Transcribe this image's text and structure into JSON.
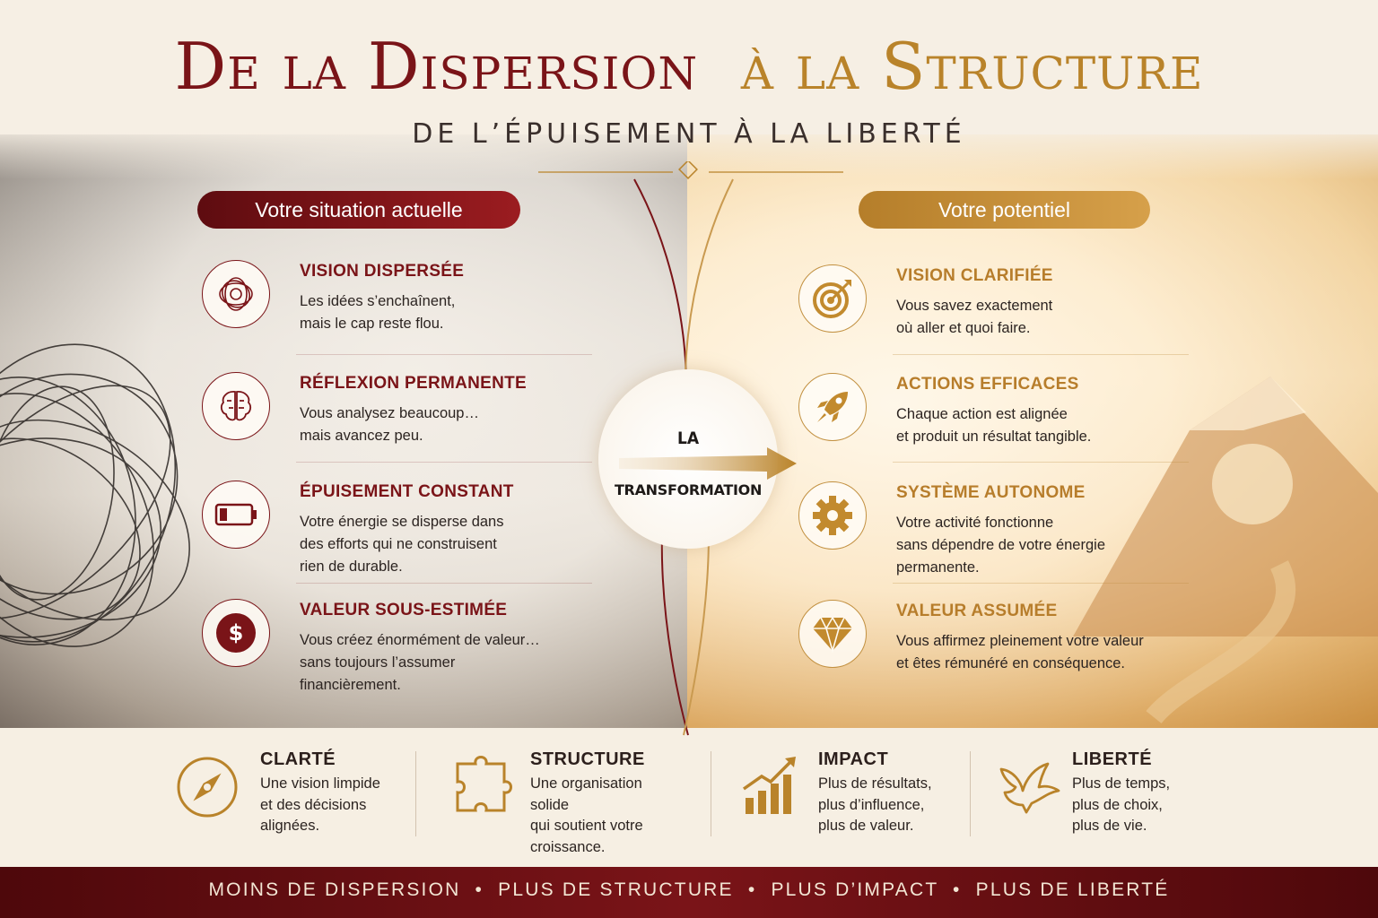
{
  "title": {
    "part1": "De la Dispersion",
    "part2": "à la Structure"
  },
  "subtitle": "DE L’ÉPUISEMENT À LA LIBERTÉ",
  "left": {
    "label": "Votre situation actuelle",
    "items": [
      {
        "icon": "tangled-circle-icon",
        "title": "VISION DISPERSÉE",
        "desc": [
          "Les idées s’enchaînent,",
          "mais le cap reste flou."
        ]
      },
      {
        "icon": "brain-icon",
        "title": "RÉFLEXION PERMANENTE",
        "desc": [
          "Vous analysez beaucoup…",
          "mais avancez peu."
        ]
      },
      {
        "icon": "low-battery-icon",
        "title": "ÉPUISEMENT CONSTANT",
        "desc": [
          "Votre énergie se disperse dans",
          "des efforts qui ne construisent",
          "rien de durable."
        ]
      },
      {
        "icon": "dollar-coin-icon",
        "title": "VALEUR SOUS-ESTIMÉE",
        "desc": [
          "Vous créez énormément de valeur…",
          "sans toujours l’assumer",
          "financièrement."
        ]
      }
    ]
  },
  "right": {
    "label": "Votre potentiel",
    "items": [
      {
        "icon": "target-icon",
        "title": "VISION CLARIFIÉE",
        "desc": [
          "Vous savez exactement",
          "où aller et quoi faire."
        ]
      },
      {
        "icon": "rocket-icon",
        "title": "ACTIONS EFFICACES",
        "desc": [
          "Chaque action est alignée",
          "et produit un résultat tangible."
        ]
      },
      {
        "icon": "gear-icon",
        "title": "SYSTÈME AUTONOME",
        "desc": [
          "Votre activité fonctionne",
          "sans dépendre de votre énergie",
          "permanente."
        ]
      },
      {
        "icon": "diamond-icon",
        "title": "VALEUR ASSUMÉE",
        "desc": [
          "Vous affirmez pleinement votre valeur",
          "et êtes rémunéré en conséquence."
        ]
      }
    ]
  },
  "center": {
    "line1": "LA",
    "line2": "TRANSFORMATION"
  },
  "pillars": [
    {
      "icon": "compass-icon",
      "title": "CLARTÉ",
      "desc": [
        "Une vision limpide",
        "et des décisions",
        "alignées."
      ]
    },
    {
      "icon": "puzzle-icon",
      "title": "STRUCTURE",
      "desc": [
        "Une organisation solide",
        "qui soutient votre",
        "croissance."
      ]
    },
    {
      "icon": "growth-chart-icon",
      "title": "IMPACT",
      "desc": [
        "Plus de résultats,",
        "plus d’influence,",
        "plus de valeur."
      ]
    },
    {
      "icon": "dove-icon",
      "title": "LIBERTÉ",
      "desc": [
        "Plus de temps,",
        "plus de choix,",
        "plus de vie."
      ]
    }
  ],
  "footer": "MOINS DE DISPERSION  •  PLUS DE STRUCTURE  •  PLUS D’IMPACT  •  PLUS DE LIBERTÉ",
  "colors": {
    "burgundy": "#7a1418",
    "gold": "#b9832a",
    "cream": "#f6efe3"
  }
}
